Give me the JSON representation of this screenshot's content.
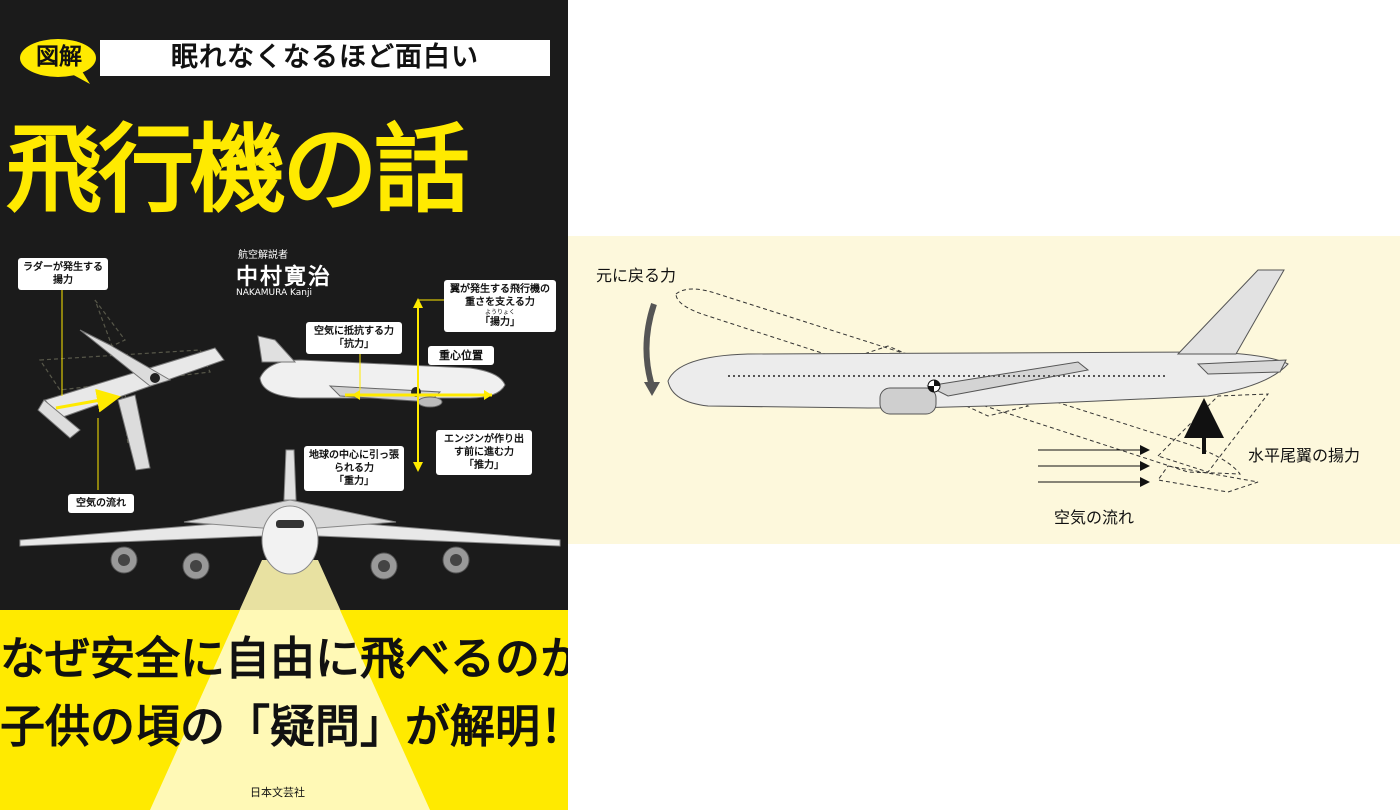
{
  "cover": {
    "badge": "図解",
    "subtitle": "眠れなくなるほど面白い",
    "title": "飛行機の話",
    "author_role": "航空解説者",
    "author_name": "中村寛治",
    "author_roman": "NAKAMURA Kanji",
    "labels": {
      "rudder_lift": "ラダーが発生する揚力",
      "air_flow": "空気の流れ",
      "drag_desc": "空気に抵抗する力",
      "drag": "「抗力」",
      "lift_desc": "翼が発生する飛行機の重さを支える力",
      "lift_ruby": "ようりょく",
      "lift": "「揚力」",
      "cg": "重心位置",
      "gravity_desc": "地球の中心に引っ張られる力",
      "gravity": "「重力」",
      "thrust_desc": "エンジンが作り出す前に進む力",
      "thrust": "「推力」"
    },
    "catch_line1": "なぜ安全に自由に飛べるのか",
    "catch_line2": "子供の頃の「疑問」が解明！",
    "publisher": "日本文芸社",
    "colors": {
      "background": "#1b1b1b",
      "accent": "#ffea00"
    }
  },
  "diagram": {
    "restoring_force": "元に戻る力",
    "tail_lift": "水平尾翼の揚力",
    "air_flow": "空気の流れ",
    "colors": {
      "background": "#fdf8dc"
    }
  }
}
